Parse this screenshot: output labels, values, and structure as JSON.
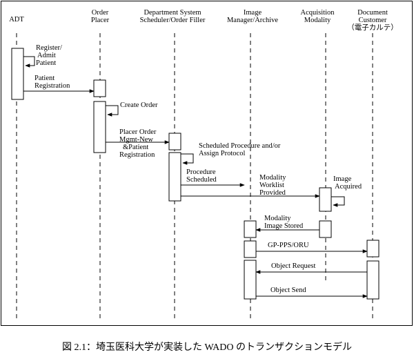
{
  "colors": {
    "line": "#000000",
    "background": "#ffffff"
  },
  "actors": {
    "adt": [
      "ADT"
    ],
    "order_placer": [
      "Order",
      "Placer"
    ],
    "department_system": [
      "Department System",
      "Scheduler/Order Filler"
    ],
    "image_manager": [
      "Image",
      "Manager/Archive"
    ],
    "acquisition_modality": [
      "Acquisition",
      "Modality"
    ],
    "document_customer": [
      "Document",
      "Customer",
      "（電子カルテ）"
    ]
  },
  "messages": {
    "register_admit": [
      "Register/",
      "Admit",
      "Patient"
    ],
    "patient_registration": [
      "Patient",
      "Registration"
    ],
    "create_order": [
      "Create Order"
    ],
    "placer_order": [
      "Placer Order",
      "Mgmt-New",
      "&Patient",
      "Registration"
    ],
    "scheduled_procedure": [
      "Scheduled Procedure and/or",
      "Assign Protocol"
    ],
    "procedure_scheduled": [
      "Procedure",
      "Scheduled"
    ],
    "modality_worklist": [
      "Modality",
      "Worklist",
      "Provided"
    ],
    "image_acquired": [
      "Image",
      "Acquired"
    ],
    "modality_image_stored": [
      "Modality",
      "Image Stored"
    ],
    "gp_pps_oru": [
      "GP-PPS/ORU"
    ],
    "object_request": [
      "Object Request"
    ],
    "object_send": [
      "Object Send"
    ]
  },
  "caption": "図 2.1：埼玉医科大学が実装した WADO のトランザクションモデル"
}
